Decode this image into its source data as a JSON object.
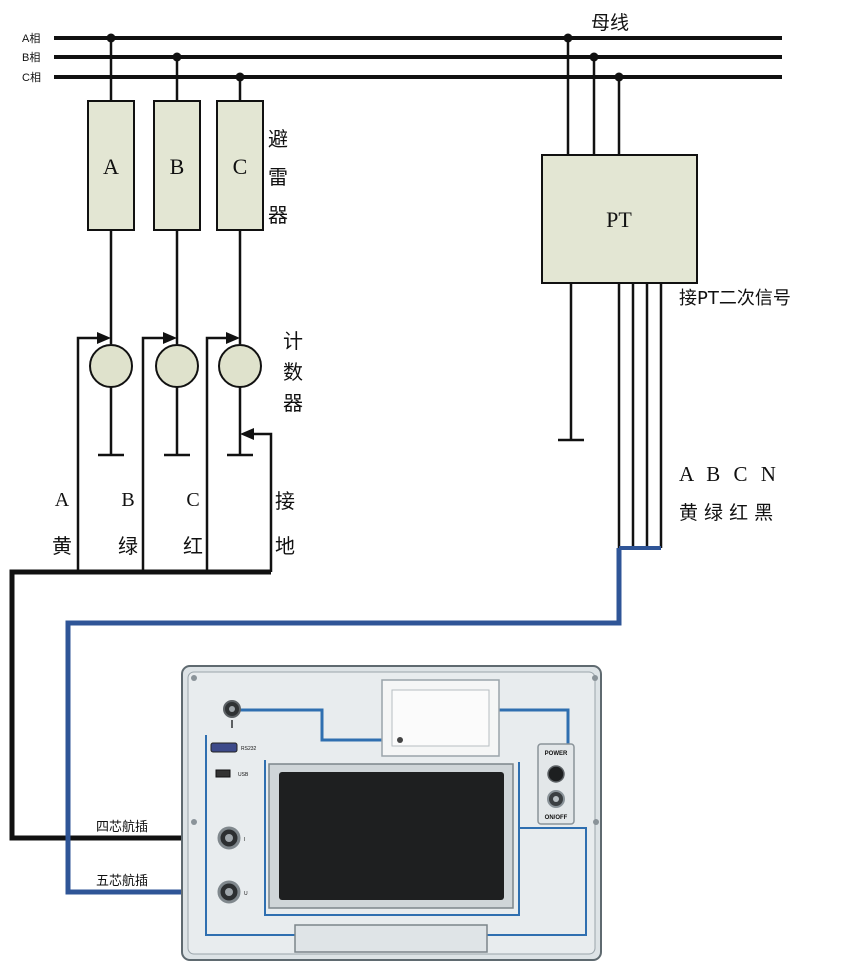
{
  "bus": {
    "title": "母线",
    "phases": [
      "A相",
      "B相",
      "C相"
    ]
  },
  "arresters": {
    "units": [
      "A",
      "B",
      "C"
    ],
    "label_chars": [
      "避",
      "雷",
      "器"
    ]
  },
  "counters": {
    "label_chars": [
      "计",
      "数",
      "器"
    ]
  },
  "pt": {
    "label": "PT",
    "secondary_label": "接PT二次信号",
    "phase_letters": "A B C N",
    "phase_colors": "黄 绿 红 黑"
  },
  "leads": {
    "a": {
      "letter": "A",
      "color": "黄"
    },
    "b": {
      "letter": "B",
      "color": "绿"
    },
    "c": {
      "letter": "C",
      "color": "红"
    },
    "ground": {
      "line1": "接",
      "line2": "地"
    }
  },
  "instrument": {
    "socket_4pin_label": "四芯航插",
    "socket_5pin_label": "五芯航插",
    "port_rs232": "RS232",
    "port_usb": "USB",
    "power_label": "POWER",
    "onoff_label": "ON/OFF",
    "socket_4pin_mark": "I",
    "socket_5pin_mark": "U"
  },
  "colors": {
    "wire": "#111111",
    "box_fill": "#e3e6d3",
    "counter_fill": "#dfe2cc",
    "blue_cable": "#2f5597",
    "panel": "#e4e9ec",
    "screen": "#1e1f20"
  }
}
